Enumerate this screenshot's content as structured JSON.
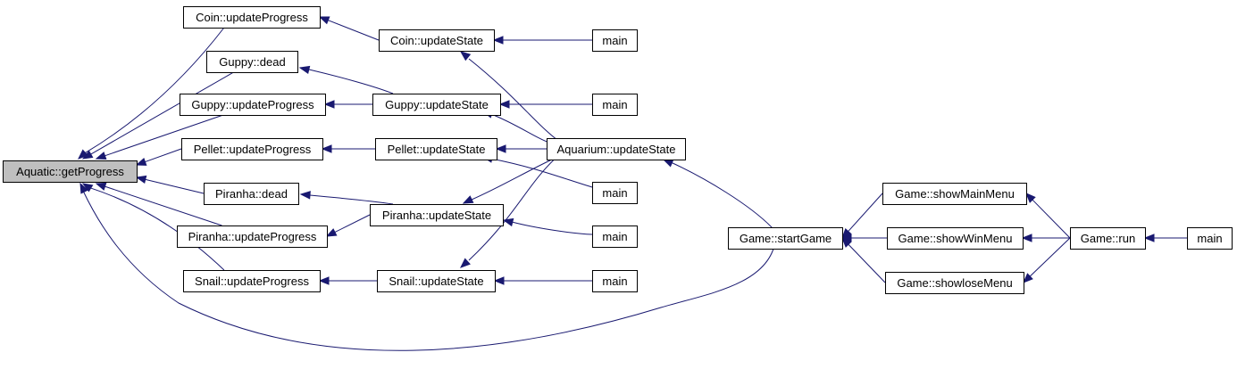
{
  "diagram": {
    "colors": {
      "edge": "#191970",
      "root_fill": "#bfbfbf",
      "node_fill": "#ffffff",
      "border": "#000000"
    },
    "nodes": [
      {
        "id": "getProgress",
        "label": "Aquatic::getProgress",
        "root": true
      },
      {
        "id": "coinUpdProg",
        "label": "Coin::updateProgress"
      },
      {
        "id": "guppyDead",
        "label": "Guppy::dead"
      },
      {
        "id": "guppyUpdProg",
        "label": "Guppy::updateProgress"
      },
      {
        "id": "pelletUpdProg",
        "label": "Pellet::updateProgress"
      },
      {
        "id": "piranhaDead",
        "label": "Piranha::dead"
      },
      {
        "id": "piranhaUpdProg",
        "label": "Piranha::updateProgress"
      },
      {
        "id": "snailUpdProg",
        "label": "Snail::updateProgress"
      },
      {
        "id": "coinUpdState",
        "label": "Coin::updateState"
      },
      {
        "id": "guppyUpdState",
        "label": "Guppy::updateState"
      },
      {
        "id": "pelletUpdState",
        "label": "Pellet::updateState"
      },
      {
        "id": "piranhaUpdState",
        "label": "Piranha::updateState"
      },
      {
        "id": "snailUpdState",
        "label": "Snail::updateState"
      },
      {
        "id": "main1",
        "label": "main"
      },
      {
        "id": "main2",
        "label": "main"
      },
      {
        "id": "aquariumUpdState",
        "label": "Aquarium::updateState"
      },
      {
        "id": "main3",
        "label": "main"
      },
      {
        "id": "main4",
        "label": "main"
      },
      {
        "id": "main5",
        "label": "main"
      },
      {
        "id": "gameStartGame",
        "label": "Game::startGame"
      },
      {
        "id": "gameShowMainMenu",
        "label": "Game::showMainMenu"
      },
      {
        "id": "gameShowWinMenu",
        "label": "Game::showWinMenu"
      },
      {
        "id": "gameShowloseMenu",
        "label": "Game::showloseMenu"
      },
      {
        "id": "gameRun",
        "label": "Game::run"
      },
      {
        "id": "main6",
        "label": "main"
      }
    ],
    "edges": [
      {
        "from": "coinUpdProg",
        "to": "getProgress"
      },
      {
        "from": "guppyDead",
        "to": "getProgress"
      },
      {
        "from": "guppyUpdProg",
        "to": "getProgress"
      },
      {
        "from": "pelletUpdProg",
        "to": "getProgress"
      },
      {
        "from": "piranhaDead",
        "to": "getProgress"
      },
      {
        "from": "piranhaUpdProg",
        "to": "getProgress"
      },
      {
        "from": "snailUpdProg",
        "to": "getProgress"
      },
      {
        "from": "gameStartGame",
        "to": "getProgress"
      },
      {
        "from": "coinUpdState",
        "to": "coinUpdProg"
      },
      {
        "from": "guppyUpdState",
        "to": "guppyDead"
      },
      {
        "from": "guppyUpdState",
        "to": "guppyUpdProg"
      },
      {
        "from": "pelletUpdState",
        "to": "pelletUpdProg"
      },
      {
        "from": "piranhaUpdState",
        "to": "piranhaDead"
      },
      {
        "from": "piranhaUpdState",
        "to": "piranhaUpdProg"
      },
      {
        "from": "snailUpdState",
        "to": "snailUpdProg"
      },
      {
        "from": "main1",
        "to": "coinUpdState"
      },
      {
        "from": "aquariumUpdState",
        "to": "coinUpdState"
      },
      {
        "from": "main2",
        "to": "guppyUpdState"
      },
      {
        "from": "aquariumUpdState",
        "to": "guppyUpdState"
      },
      {
        "from": "aquariumUpdState",
        "to": "pelletUpdState"
      },
      {
        "from": "main3",
        "to": "pelletUpdState"
      },
      {
        "from": "aquariumUpdState",
        "to": "piranhaUpdState"
      },
      {
        "from": "main4",
        "to": "piranhaUpdState"
      },
      {
        "from": "aquariumUpdState",
        "to": "snailUpdState"
      },
      {
        "from": "main5",
        "to": "snailUpdState"
      },
      {
        "from": "gameStartGame",
        "to": "aquariumUpdState"
      },
      {
        "from": "gameShowMainMenu",
        "to": "gameStartGame"
      },
      {
        "from": "gameShowWinMenu",
        "to": "gameStartGame"
      },
      {
        "from": "gameShowloseMenu",
        "to": "gameStartGame"
      },
      {
        "from": "gameRun",
        "to": "gameShowMainMenu"
      },
      {
        "from": "gameRun",
        "to": "gameShowWinMenu"
      },
      {
        "from": "gameRun",
        "to": "gameShowloseMenu"
      },
      {
        "from": "main6",
        "to": "gameRun"
      }
    ]
  }
}
